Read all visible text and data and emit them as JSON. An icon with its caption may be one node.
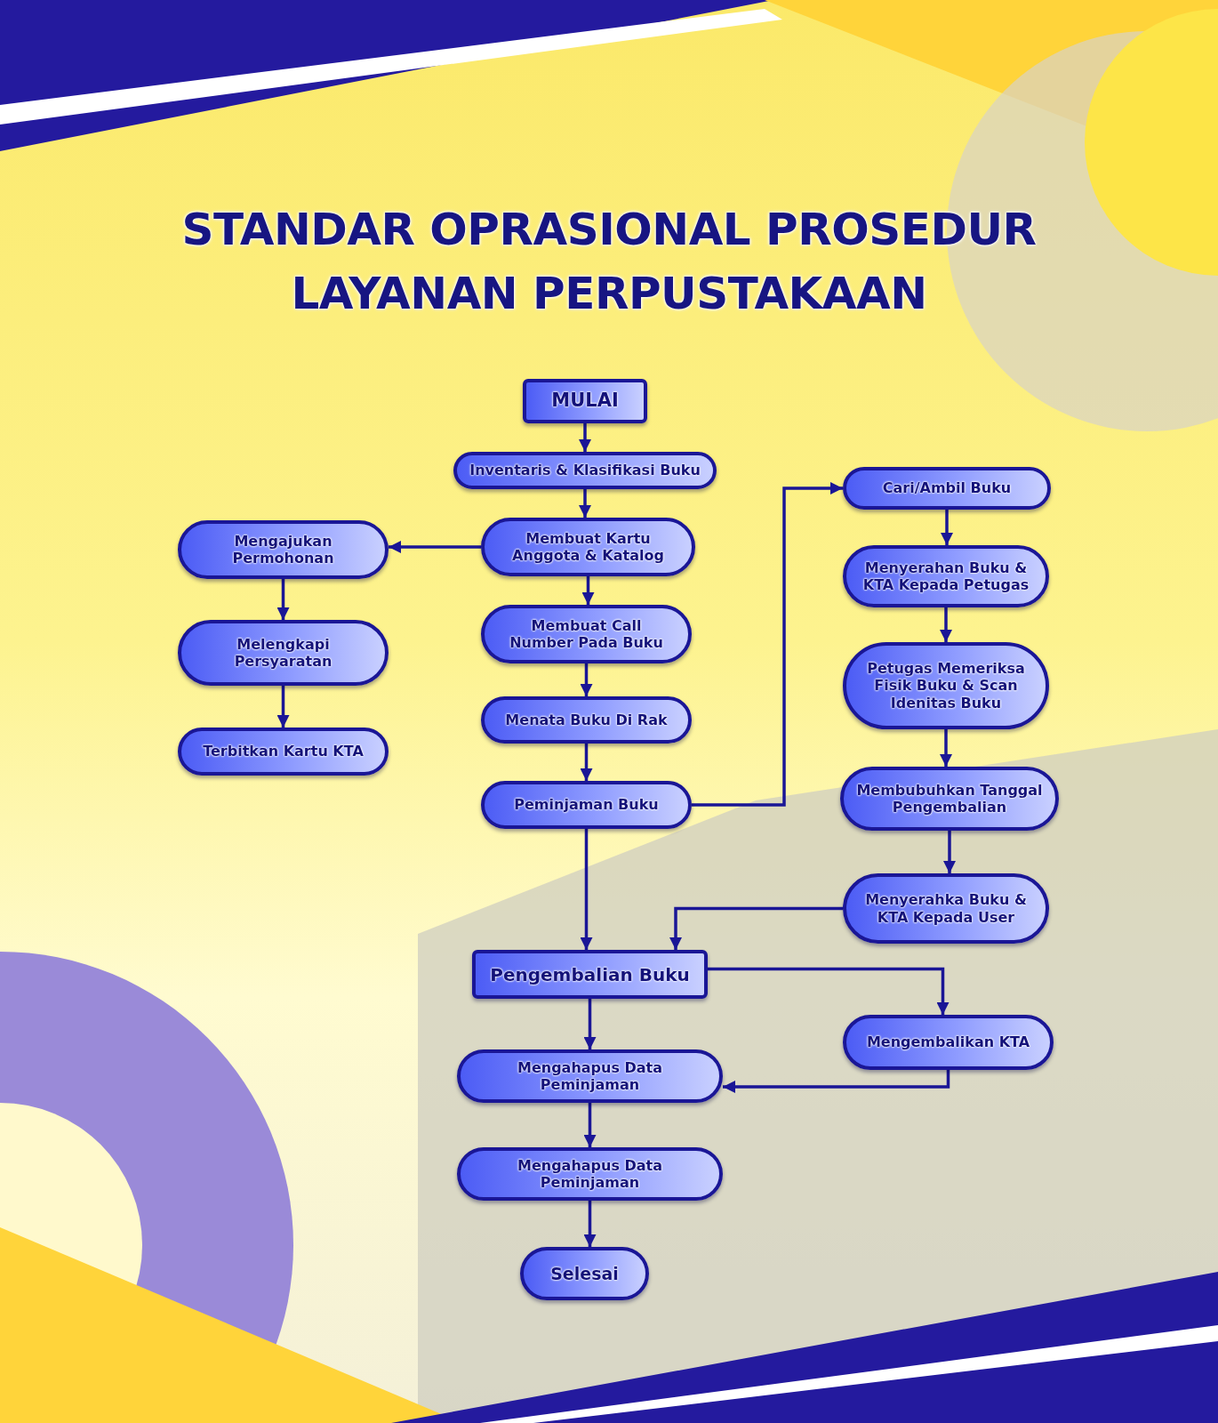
{
  "diagram": {
    "title": "STANDAR OPRASIONAL PROSEDUR LAYANAN PERPUSTAKAAN",
    "nodes": [
      {
        "text": [
          "MULAI"
        ]
      },
      {
        "text": [
          "Inventaris & Klasifikasi Buku"
        ]
      },
      {
        "text": [
          "Membuat Kartu Anggota & Katalog"
        ]
      },
      {
        "text": [
          "Mengajukan Permohonan"
        ]
      },
      {
        "text": [
          "Melengkapi Persyaratan"
        ]
      },
      {
        "text": [
          "Terbitkan Kartu KTA"
        ]
      },
      {
        "text": [
          "Membuat Call Number Pada Buku"
        ]
      },
      {
        "text": [
          "Menata Buku Di Rak"
        ]
      },
      {
        "text": [
          "Peminjaman Buku"
        ]
      },
      {
        "text": [
          "Cari/Ambil Buku"
        ]
      },
      {
        "text": [
          "Menyerahan Buku & KTA Kepada Petugas"
        ]
      },
      {
        "text": [
          "Petugas Memeriksa Fisik Buku & Scan Idenitas Buku"
        ]
      },
      {
        "text": [
          "Membubuhkan Tanggal Pengembalian"
        ]
      },
      {
        "text": [
          "Menyerahka Buku & KTA Kepada User"
        ]
      },
      {
        "text": [
          "Pengembalian Buku"
        ]
      },
      {
        "text": [
          "Mengembalikan  KTA"
        ]
      },
      {
        "text": [
          "Mengahapus Data Peminjaman"
        ]
      },
      {
        "text": [
          "Mengahapus Data Peminjaman"
        ]
      },
      {
        "text": [
          "Selesai"
        ]
      }
    ],
    "edges": [
      {
        "from": 0,
        "to": 1,
        "arrow": "to"
      },
      {
        "from": 1,
        "to": 2,
        "arrow": "to"
      },
      {
        "from": 2,
        "to": 3,
        "arrow": "to"
      },
      {
        "from": 3,
        "to": 4,
        "arrow": "to"
      },
      {
        "from": 4,
        "to": 5,
        "arrow": "to"
      },
      {
        "from": 2,
        "to": 6,
        "arrow": "to"
      },
      {
        "from": 6,
        "to": 7,
        "arrow": "to"
      },
      {
        "from": 7,
        "to": 8,
        "arrow": "to"
      },
      {
        "from": 8,
        "to": 9,
        "arrow": "to"
      },
      {
        "from": 9,
        "to": 10,
        "arrow": "to"
      },
      {
        "from": 10,
        "to": 11,
        "arrow": "to"
      },
      {
        "from": 11,
        "to": 12,
        "arrow": "to"
      },
      {
        "from": 12,
        "to": 13,
        "arrow": "to"
      },
      {
        "from": 8,
        "to": 14,
        "arrow": "to"
      },
      {
        "from": 13,
        "to": 14,
        "arrow": "to"
      },
      {
        "from": 14,
        "to": 15,
        "arrow": "to"
      },
      {
        "from": 14,
        "to": 16,
        "arrow": "to"
      },
      {
        "from": 15,
        "to": 16,
        "arrow": "to"
      },
      {
        "from": 16,
        "to": 17,
        "arrow": "to"
      },
      {
        "from": 17,
        "to": 18,
        "arrow": "to"
      }
    ]
  }
}
